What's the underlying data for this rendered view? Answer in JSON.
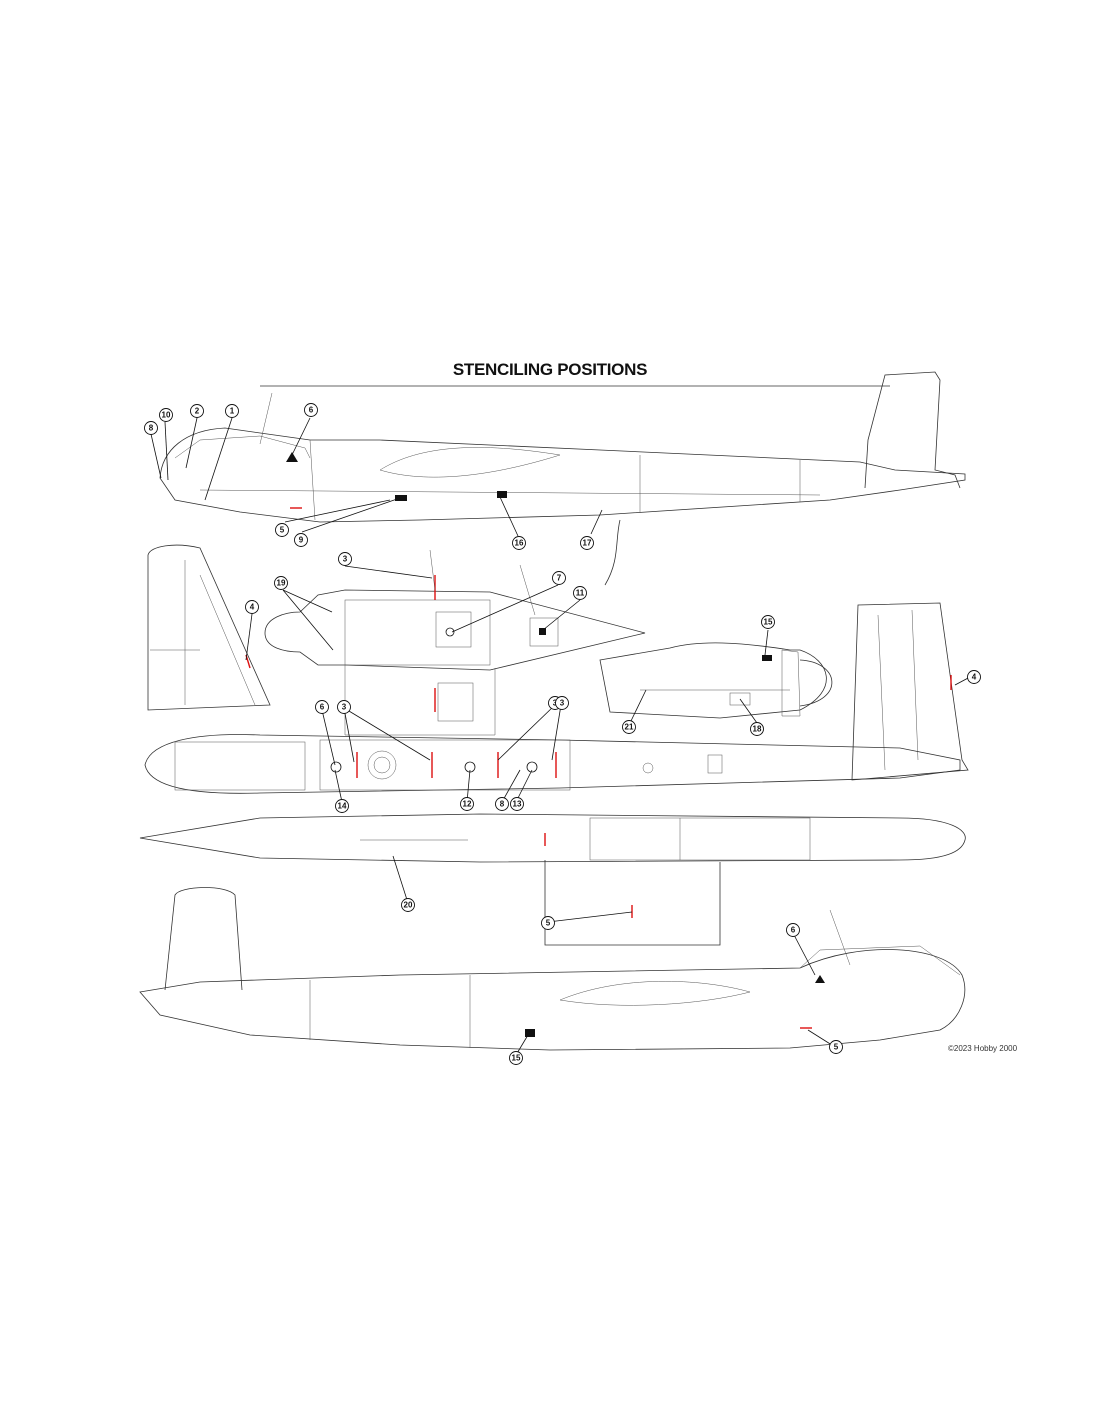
{
  "title": "STENCILING POSITIONS",
  "copyright": "©2023 Hobby 2000",
  "callouts": [
    "1",
    "2",
    "3",
    "3",
    "3",
    "3",
    "4",
    "4",
    "5",
    "5",
    "5",
    "6",
    "6",
    "6",
    "7",
    "8",
    "8",
    "9",
    "10",
    "11",
    "12",
    "13",
    "14",
    "15",
    "15",
    "16",
    "17",
    "18",
    "19",
    "20",
    "21"
  ],
  "colors": {
    "stencil": "#d11111",
    "line": "#333333",
    "background": "#ffffff"
  }
}
